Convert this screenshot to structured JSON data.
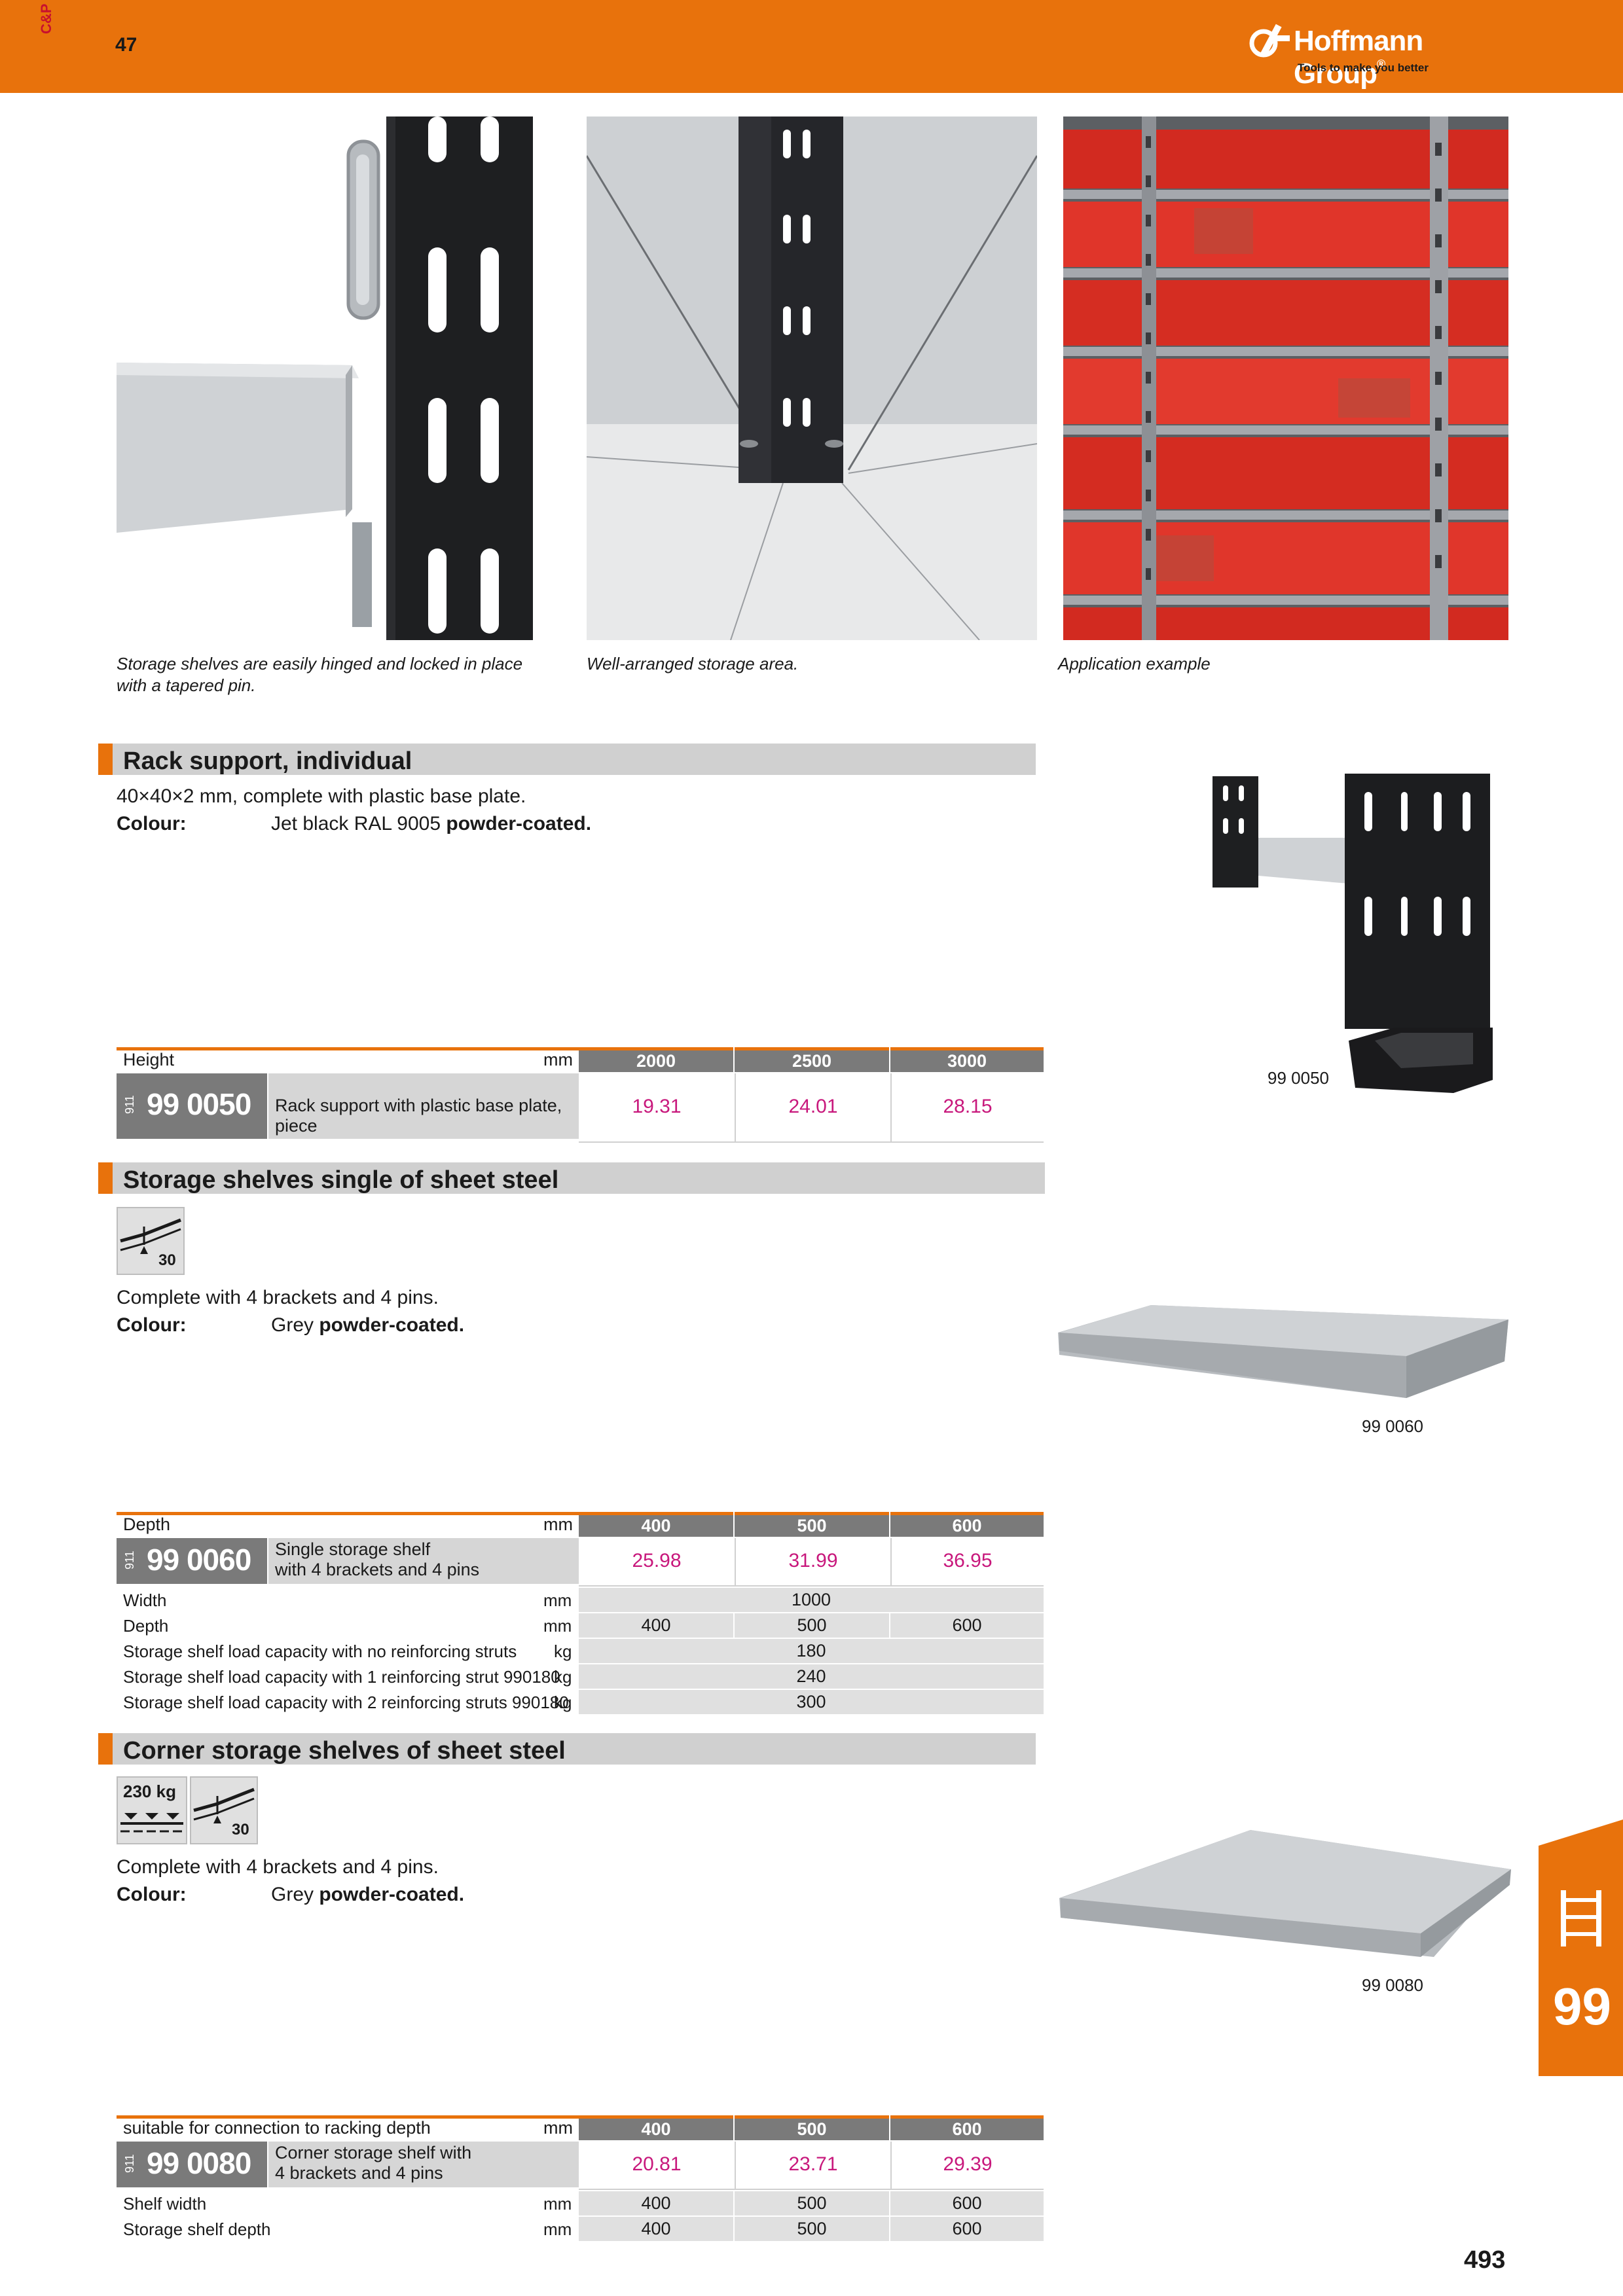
{
  "header": {
    "code": "C&P",
    "left_page_number": "47",
    "brand": "Hoffmann Group",
    "brand_mark": "®",
    "tagline": "Tools to make you better"
  },
  "photos": [
    {
      "caption": "Storage shelves are easily hinged and locked in place with a tapered pin."
    },
    {
      "caption": "Well-arranged storage area."
    },
    {
      "caption": "Application example"
    }
  ],
  "rack_support": {
    "title": "Rack support, individual",
    "description": "40×40×2 mm, complete with plastic base plate.",
    "colour_label": "Colour:",
    "colour_value": "Jet black RAL 9005",
    "colour_finish": "powder-coated.",
    "image_label": "99 0050",
    "table": {
      "header_label": "Height",
      "header_unit": "mm",
      "columns": [
        "2000",
        "2500",
        "3000"
      ],
      "article_group": "911",
      "article_no": "99 0050",
      "article_desc": "Rack support with  plastic base plate, piece",
      "prices": [
        "19.31",
        "24.01",
        "28.15"
      ]
    }
  },
  "single_shelves": {
    "title": "Storage shelves single of sheet steel",
    "icon_value": "30",
    "description": "Complete with 4 brackets and 4 pins.",
    "colour_label": "Colour:",
    "colour_value": "Grey",
    "colour_finish": "powder-coated.",
    "image_label": "99 0060",
    "table": {
      "header_label": "Depth",
      "header_unit": "mm",
      "columns": [
        "400",
        "500",
        "600"
      ],
      "article_group": "911",
      "article_no": "99 0060",
      "article_desc_1": "Single storage shelf",
      "article_desc_2": "with 4 brackets and 4 pins",
      "prices": [
        "25.98",
        "31.99",
        "36.95"
      ],
      "rows": [
        {
          "label": "Width",
          "unit": "mm",
          "span": "1000"
        },
        {
          "label": "Depth",
          "unit": "mm",
          "values": [
            "400",
            "500",
            "600"
          ]
        },
        {
          "label": "Storage shelf load capacity with no reinforcing struts",
          "unit": "kg",
          "span": "180"
        },
        {
          "label": "Storage shelf load capacity with 1 reinforcing strut 990180",
          "unit": "kg",
          "span": "240"
        },
        {
          "label": "Storage shelf load capacity with 2 reinforcing struts 990180",
          "unit": "kg",
          "span": "300"
        }
      ]
    }
  },
  "corner_shelves": {
    "title": "Corner storage shelves of sheet steel",
    "icon_load": "230 kg",
    "icon_value": "30",
    "description": "Complete with 4 brackets and 4 pins.",
    "colour_label": "Colour:",
    "colour_value": "Grey",
    "colour_finish": "powder-coated.",
    "image_label": "99 0080",
    "table": {
      "header_label": "suitable for connection to racking depth",
      "header_unit": "mm",
      "columns": [
        "400",
        "500",
        "600"
      ],
      "article_group": "911",
      "article_no": "99 0080",
      "article_desc_1": "Corner storage shelf  with",
      "article_desc_2": "4 brackets and 4 pins",
      "prices": [
        "20.81",
        "23.71",
        "29.39"
      ],
      "rows": [
        {
          "label": "Shelf width",
          "unit": "mm",
          "values": [
            "400",
            "500",
            "600"
          ]
        },
        {
          "label": "Storage shelf depth",
          "unit": "mm",
          "values": [
            "400",
            "500",
            "600"
          ]
        }
      ]
    }
  },
  "chapter_tab": "99",
  "page_number": "493",
  "colors": {
    "accent": "#e8720c",
    "price": "#c8187c",
    "table_header": "#7a7a7a",
    "section_bg": "#d0d0d0"
  }
}
